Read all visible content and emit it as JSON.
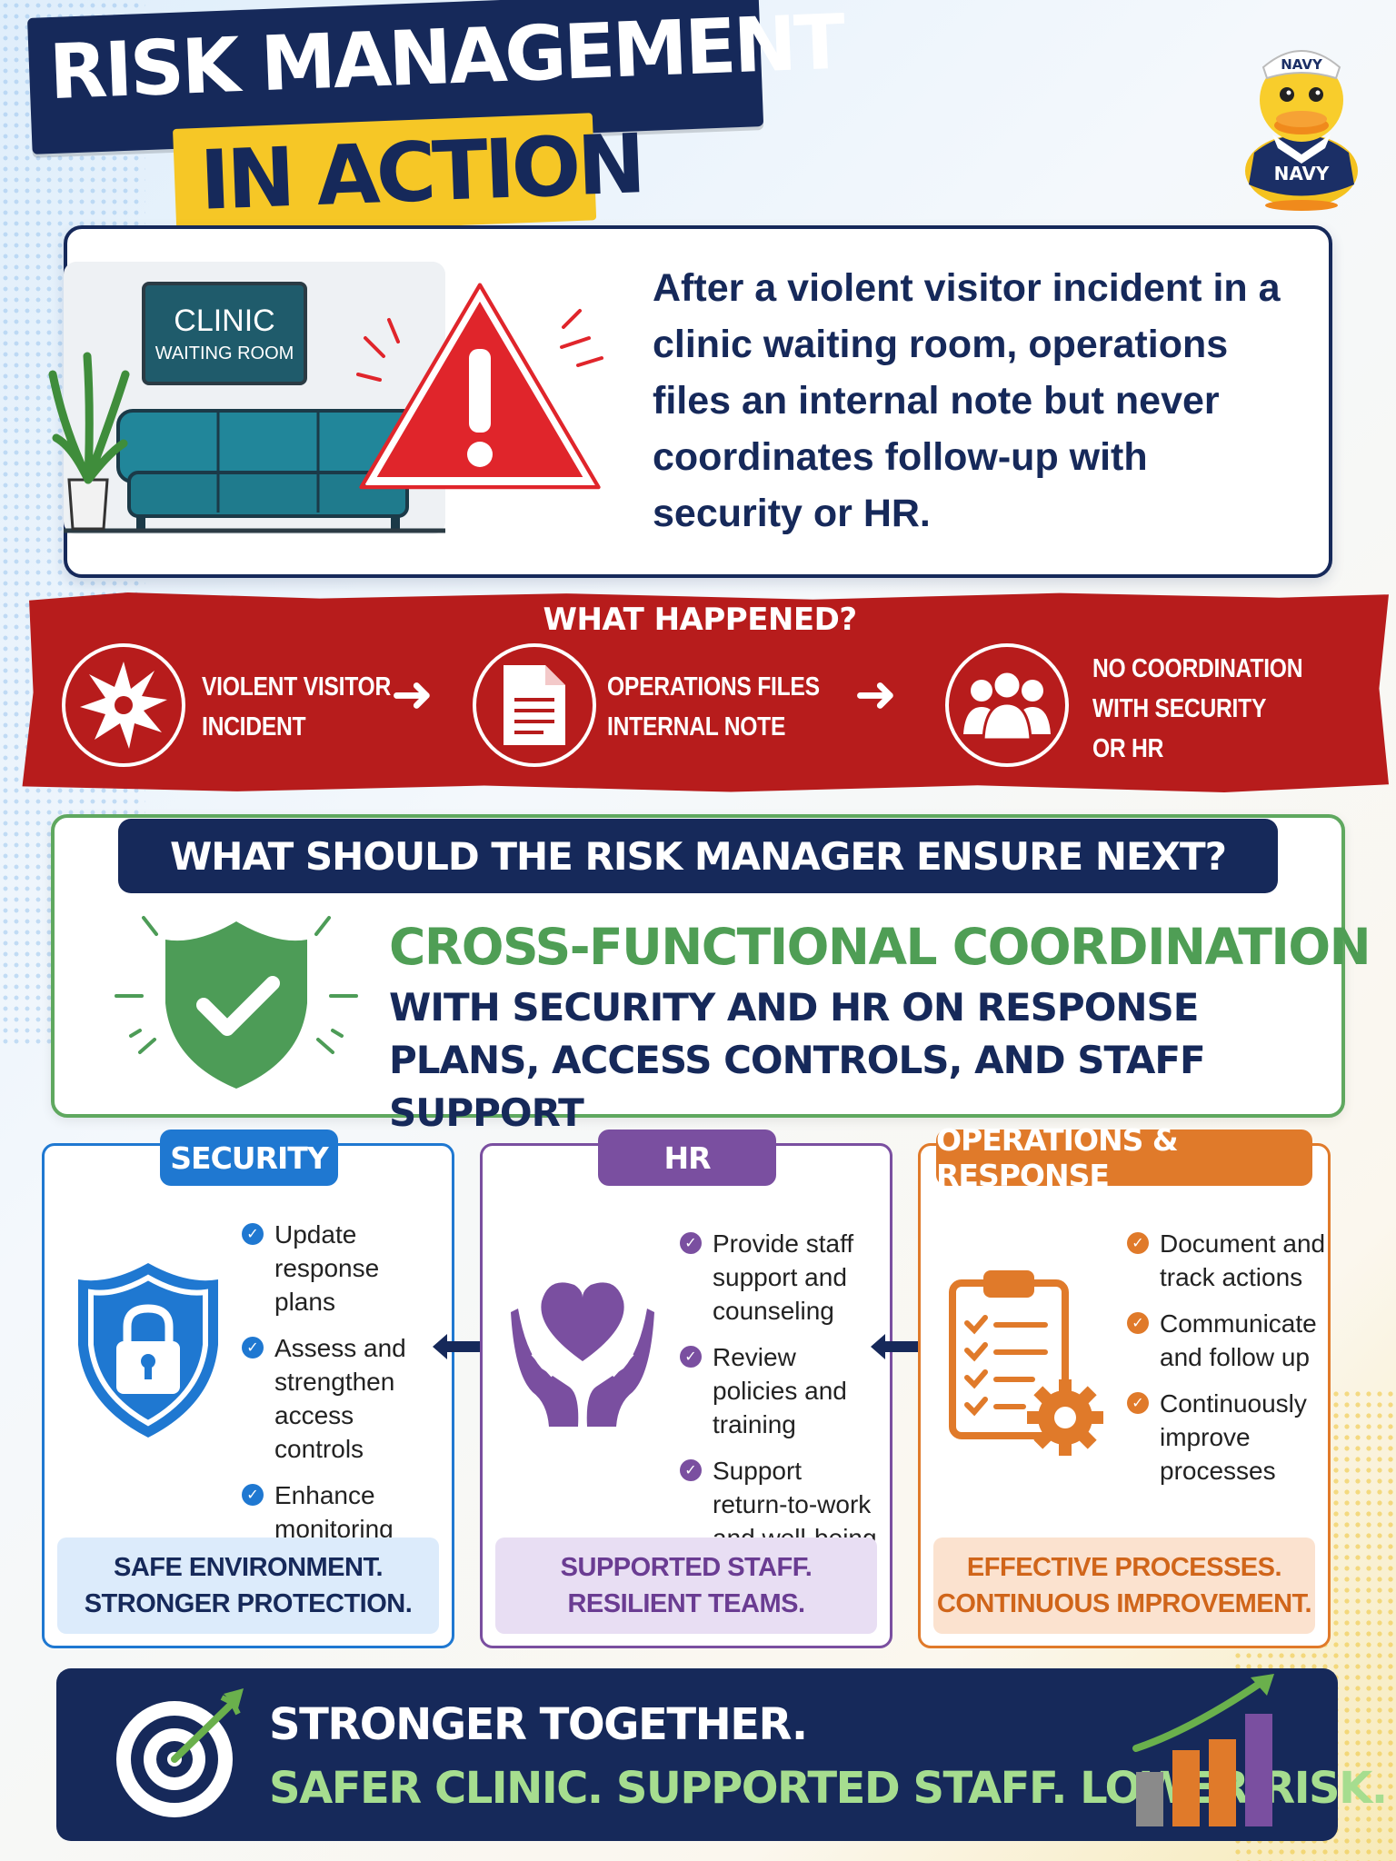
{
  "title": {
    "line1": "RISK MANAGEMENT",
    "line2": "IN ACTION"
  },
  "mascot": {
    "hat_text": "NAVY",
    "shirt_text": "NAVY"
  },
  "scenario": {
    "sign_line1": "CLINIC",
    "sign_line2": "WAITING ROOM",
    "text": "After a violent visitor incident in a clinic waiting room, operations files an internal note but never coordinates follow-up with security or HR."
  },
  "what_happened": {
    "title": "WHAT HAPPENED?",
    "steps": [
      {
        "line1": "VIOLENT VISITOR",
        "line2": "INCIDENT",
        "icon": "burst-icon"
      },
      {
        "line1": "OPERATIONS FILES",
        "line2": "INTERNAL NOTE",
        "icon": "document-icon"
      },
      {
        "line1": "NO COORDINATION",
        "line2": "WITH SECURITY",
        "line3": "OR HR",
        "icon": "people-icon"
      }
    ]
  },
  "ensure_next": {
    "title": "WHAT SHOULD THE RISK MANAGER ENSURE NEXT?",
    "headline": "CROSS-FUNCTIONAL COORDINATION",
    "detail": "WITH SECURITY AND HR ON RESPONSE PLANS, ACCESS CONTROLS, AND STAFF SUPPORT"
  },
  "columns": [
    {
      "title": "SECURITY",
      "color": "#1f78d1",
      "items": [
        "Update response plans",
        "Assess and strengthen access controls",
        "Enhance monitoring and deterrence"
      ],
      "footer_line1": "SAFE ENVIRONMENT.",
      "footer_line2": "STRONGER PROTECTION."
    },
    {
      "title": "HR",
      "color": "#7a4fa0",
      "items": [
        "Provide staff support and counseling",
        "Review policies and training",
        "Support return-to-work and well-being"
      ],
      "footer_line1": "SUPPORTED STAFF.",
      "footer_line2": "RESILIENT TEAMS."
    },
    {
      "title": "OPERATIONS & RESPONSE",
      "color": "#e07a2a",
      "items": [
        "Document and track actions",
        "Communicate and follow up",
        "Continuously improve processes"
      ],
      "footer_line1": "EFFECTIVE PROCESSES.",
      "footer_line2": "CONTINUOUS IMPROVEMENT."
    }
  ],
  "banner": {
    "line1": "STRONGER TOGETHER.",
    "line2": "SAFER CLINIC. SUPPORTED STAFF. LOWER RISK."
  }
}
